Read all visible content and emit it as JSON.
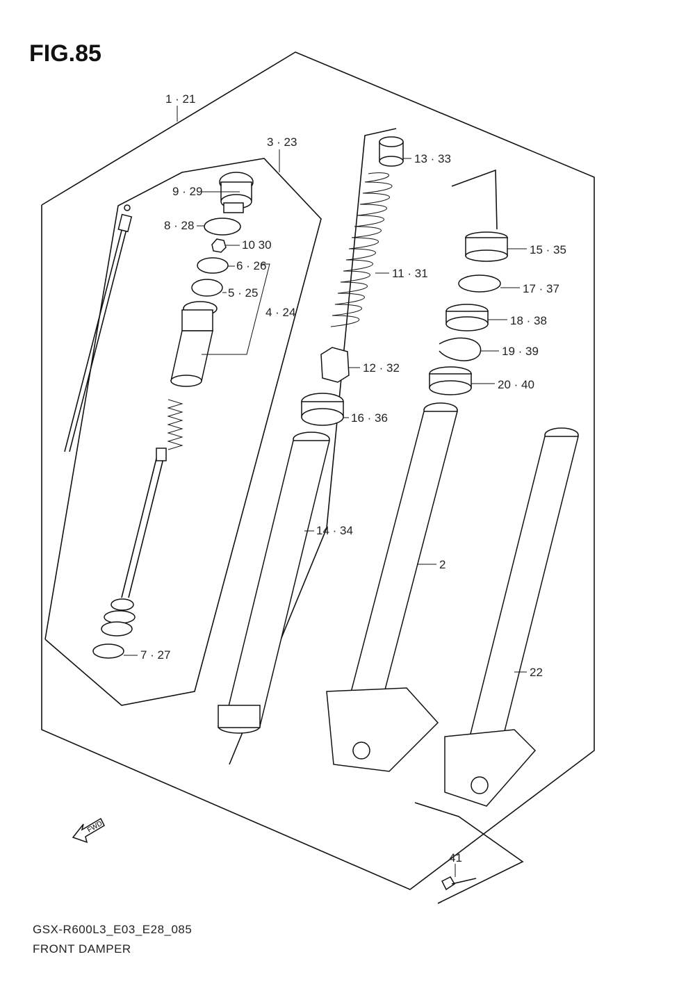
{
  "figure": {
    "title": "FIG.85"
  },
  "labels": [
    {
      "id": "1-21",
      "text": "1 · 21"
    },
    {
      "id": "3-23",
      "text": "3 · 23"
    },
    {
      "id": "9-29",
      "text": "9 · 29"
    },
    {
      "id": "8-28",
      "text": "8 · 28"
    },
    {
      "id": "10-30",
      "text": "10 30"
    },
    {
      "id": "6-26",
      "text": "6 · 26"
    },
    {
      "id": "5-25",
      "text": "5 · 25"
    },
    {
      "id": "4-24",
      "text": "4 · 24"
    },
    {
      "id": "7-27",
      "text": "7 · 27"
    },
    {
      "id": "13-33",
      "text": "13 · 33"
    },
    {
      "id": "11-31",
      "text": "11 · 31"
    },
    {
      "id": "12-32",
      "text": "12 · 32"
    },
    {
      "id": "16-36",
      "text": "16 · 36"
    },
    {
      "id": "14-34",
      "text": "14 · 34"
    },
    {
      "id": "15-35",
      "text": "15 · 35"
    },
    {
      "id": "17-37",
      "text": "17 · 37"
    },
    {
      "id": "18-38",
      "text": "18 · 38"
    },
    {
      "id": "19-39",
      "text": "19 · 39"
    },
    {
      "id": "20-40",
      "text": "20 · 40"
    },
    {
      "id": "2",
      "text": "2"
    },
    {
      "id": "22",
      "text": "22"
    },
    {
      "id": "41",
      "text": "41"
    }
  ],
  "fwd_arrow": {
    "text": "FWD"
  },
  "footer": {
    "code": "GSX-R600L3_E03_E28_085",
    "name": "FRONT DAMPER"
  }
}
